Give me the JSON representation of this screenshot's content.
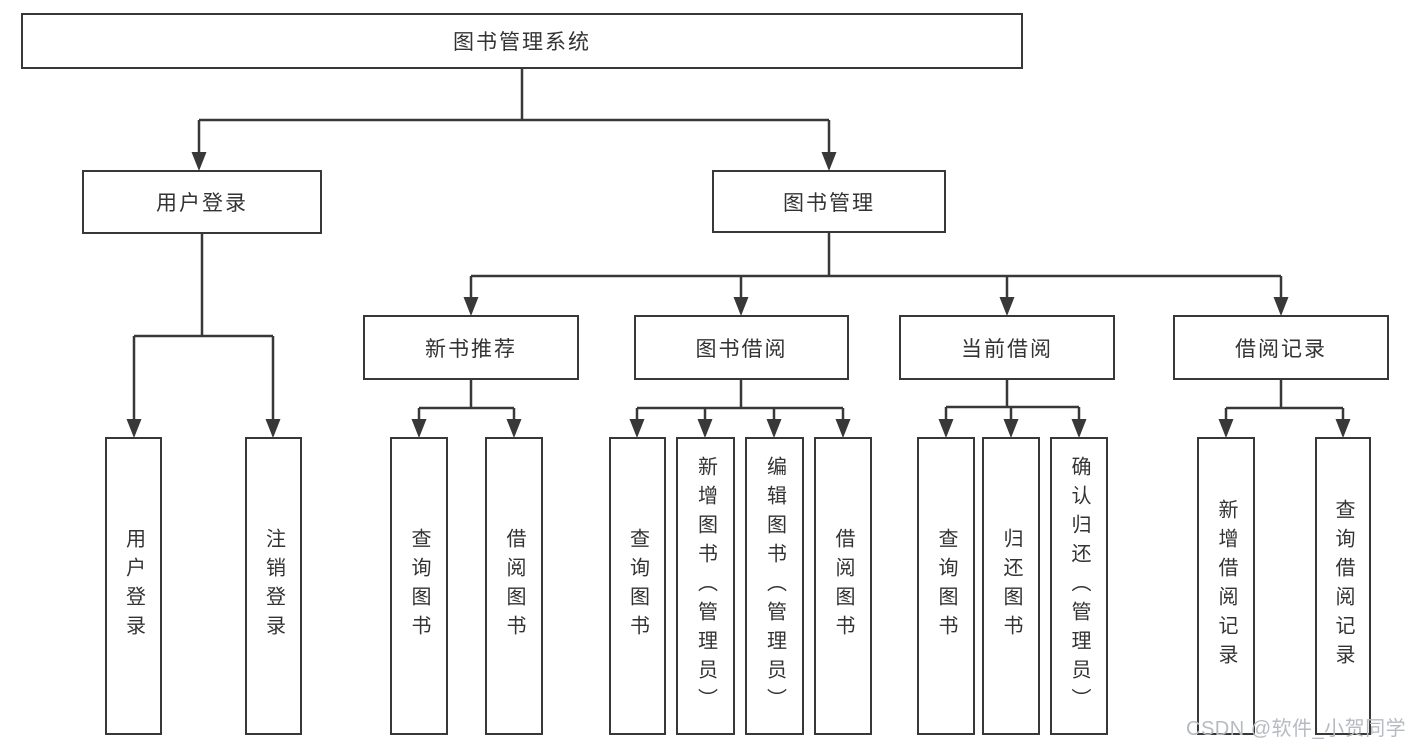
{
  "diagram": {
    "root": {
      "label": "图书管理系统"
    },
    "level2": [
      {
        "label": "用户登录"
      },
      {
        "label": "图书管理"
      }
    ],
    "level3": [
      {
        "label": "新书推荐"
      },
      {
        "label": "图书借阅"
      },
      {
        "label": "当前借阅"
      },
      {
        "label": "借阅记录"
      }
    ],
    "leaves": [
      {
        "label": "用户登录"
      },
      {
        "label": "注销登录"
      },
      {
        "label": "查询图书"
      },
      {
        "label": "借阅图书"
      },
      {
        "label": "查询图书"
      },
      {
        "label": "新增图书（管理员）"
      },
      {
        "label": "编辑图书（管理员）"
      },
      {
        "label": "借阅图书"
      },
      {
        "label": "查询图书"
      },
      {
        "label": "归还图书"
      },
      {
        "label": "确认归还（管理员）"
      },
      {
        "label": "新增借阅记录"
      },
      {
        "label": "查询借阅记录"
      }
    ],
    "hierarchy": {
      "图书管理系统": [
        "用户登录",
        "图书管理"
      ],
      "用户登录": [
        "用户登录",
        "注销登录"
      ],
      "图书管理": [
        "新书推荐",
        "图书借阅",
        "当前借阅",
        "借阅记录"
      ],
      "新书推荐": [
        "查询图书",
        "借阅图书"
      ],
      "图书借阅": [
        "查询图书",
        "新增图书（管理员）",
        "编辑图书（管理员）",
        "借阅图书"
      ],
      "当前借阅": [
        "查询图书",
        "归还图书",
        "确认归还（管理员）"
      ],
      "借阅记录": [
        "新增借阅记录",
        "查询借阅记录"
      ]
    },
    "colors": {
      "line": "#383838",
      "text": "#333333",
      "background": "#ffffff",
      "watermark": "#b7bac0"
    }
  },
  "watermark": {
    "text": "CSDN @软件_小贺同学"
  }
}
